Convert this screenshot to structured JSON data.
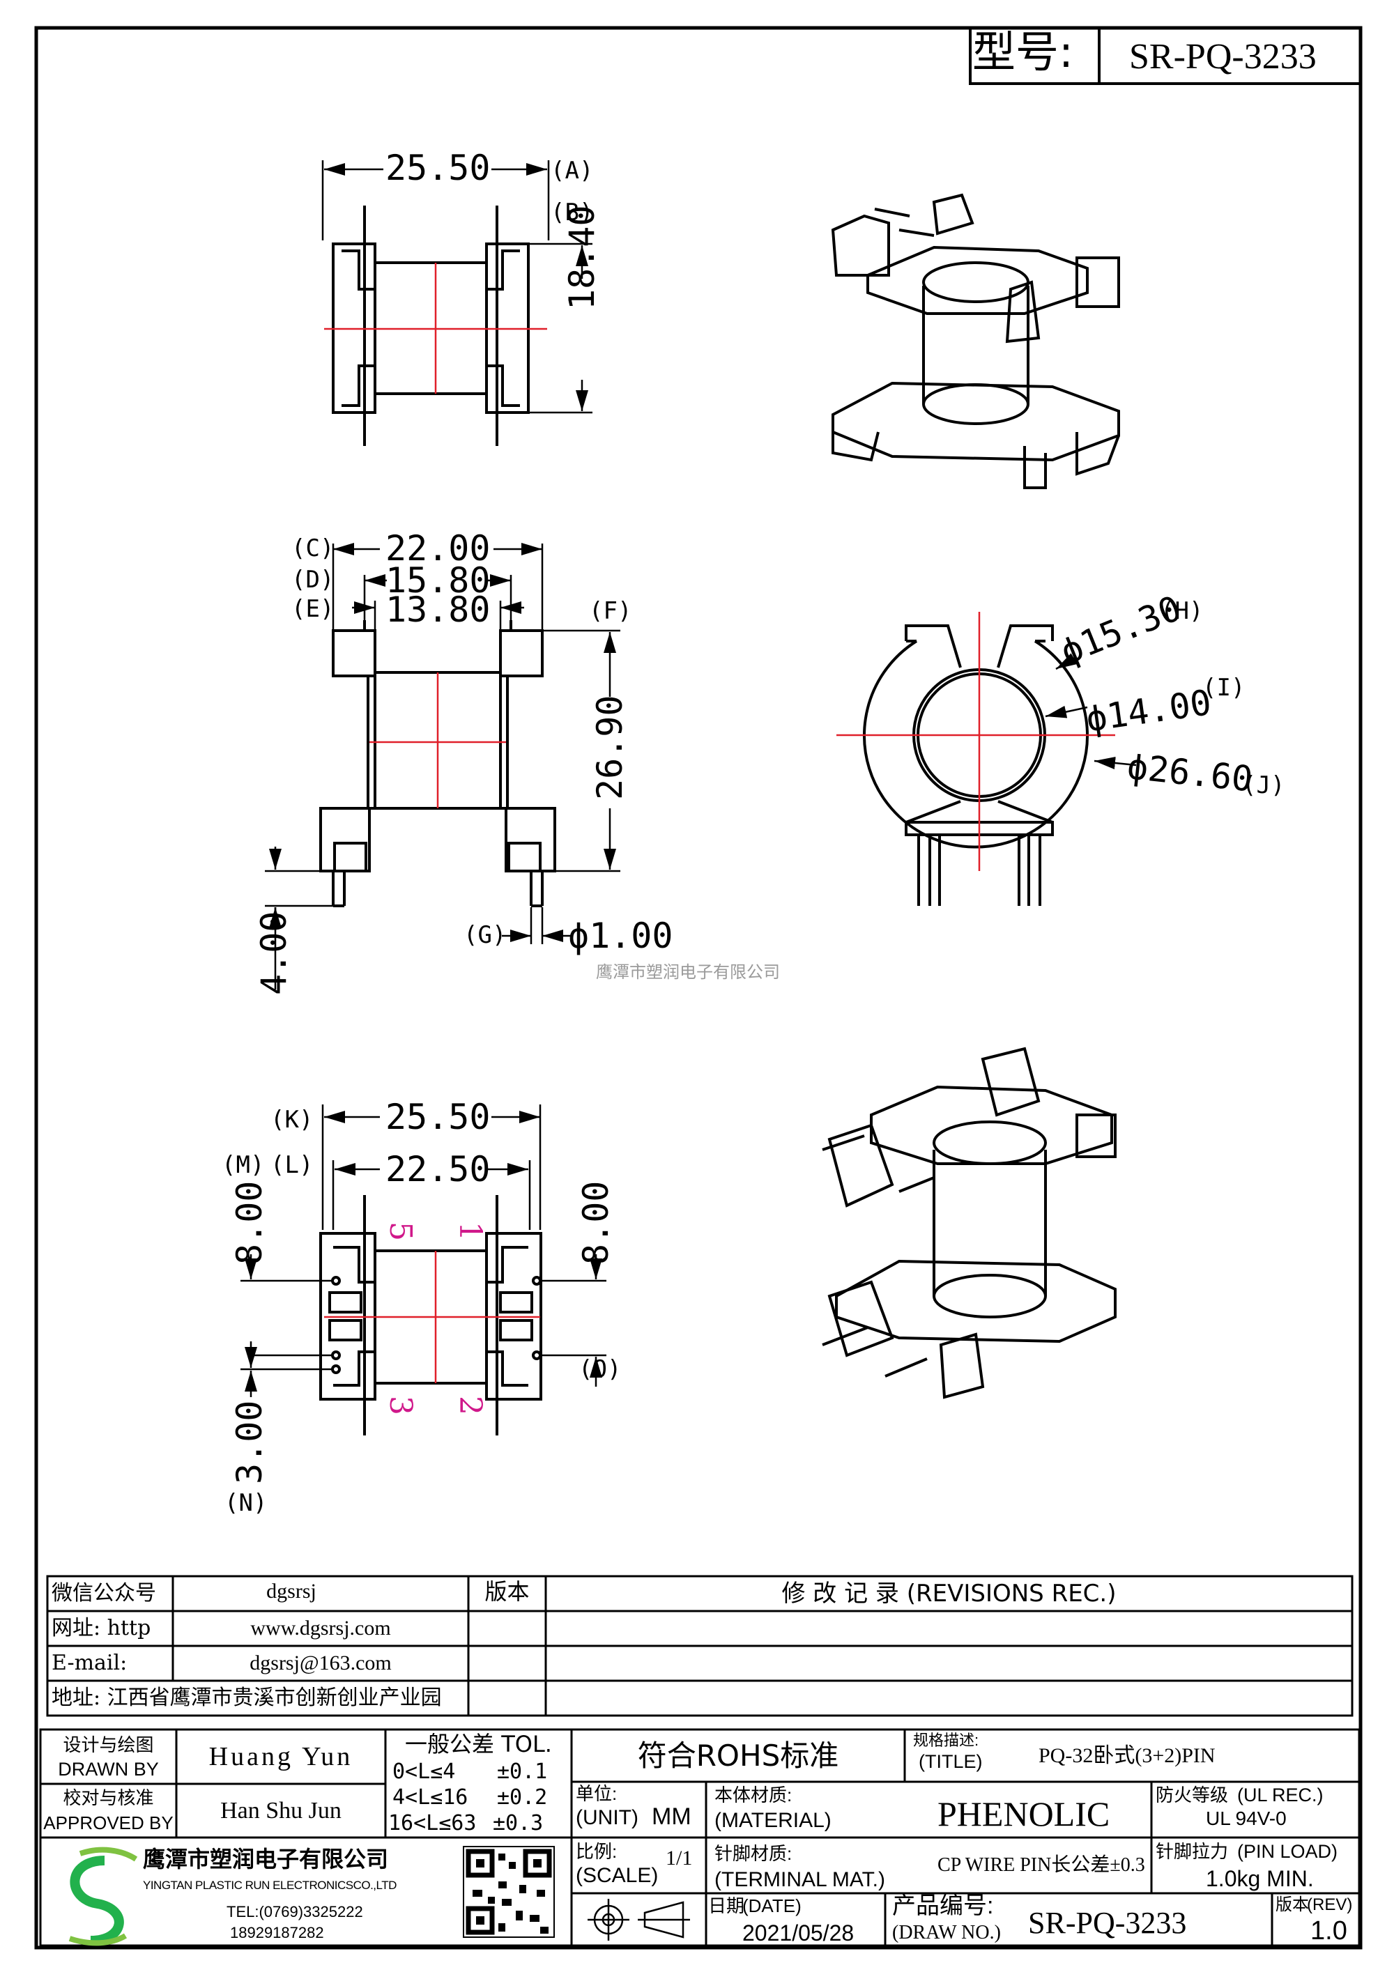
{
  "header": {
    "model_label": "型号:",
    "model_value": "SR-PQ-3233"
  },
  "dimensions": {
    "view1": {
      "width": "25.50",
      "width_id": "A",
      "height": "18.40",
      "height_id": "B"
    },
    "view2": {
      "w1": "22.00",
      "w1_id": "C",
      "w2": "15.80",
      "w2_id": "D",
      "w3": "13.80",
      "w3_id": "E",
      "height": "26.90",
      "height_id": "F",
      "pin_len": "4.00",
      "pin_dia": "ϕ1.00",
      "pin_id": "G"
    },
    "round_view": {
      "d1": "ϕ15.30",
      "d1_id": "H",
      "d2": "ϕ14.00",
      "d2_id": "I",
      "d3": "ϕ26.60",
      "d3_id": "J"
    },
    "view3": {
      "w1": "25.50",
      "w1_id": "K",
      "w2": "22.50",
      "w2_id": "L",
      "l_left": "8.00",
      "l_id": "M",
      "r_right": "8.00",
      "r_id": "O",
      "n_left": "3.00",
      "n_id": "N",
      "pins": [
        "5",
        "1",
        "3",
        "2"
      ]
    }
  },
  "watermark": "鹰潭市塑润电子有限公司",
  "contact": {
    "rows": [
      {
        "label": "微信公众号",
        "value": "dgsrsj"
      },
      {
        "label": "网址: http",
        "value": "www.dgsrsj.com"
      },
      {
        "label": "E-mail:",
        "value": "dgsrsj@163.com"
      },
      {
        "label": "地址: 江西省鹰潭市贵溪市创新创业产业园",
        "value": ""
      }
    ],
    "version_header": "版本",
    "revisions_header": "修 改 记 录  (REVISIONS REC.)"
  },
  "title_block": {
    "drawn_by_cn": "设计与绘图",
    "drawn_by_en": "DRAWN BY",
    "drawn_by_name": "Huang  Yun",
    "approved_by_cn": "校对与核准",
    "approved_by_en": "APPROVED BY",
    "approved_by_name": "Han Shu Jun",
    "tol_title": "一般公差 TOL.",
    "tol_rows": [
      {
        "range": "0<L≤4",
        "value": "±0.1"
      },
      {
        "range": "4<L≤16",
        "value": "±0.2"
      },
      {
        "range": "16<L≤63",
        "value": "±0.3"
      }
    ],
    "rohs": "符合ROHS标准",
    "title_cn": "规格描述:",
    "title_en": "(TITLE)",
    "title_value": "PQ-32卧式(3+2)PIN",
    "unit_cn": "单位:",
    "unit_en": "(UNIT)",
    "unit_value": "MM",
    "material_cn": "本体材质:",
    "material_en": "(MATERIAL)",
    "material_value": "PHENOLIC",
    "fire_cn": "防火等级",
    "fire_en": "(UL REC.)",
    "fire_value": "UL 94V-0",
    "scale_cn": "比例:",
    "scale_en": "(SCALE)",
    "scale_value": "1/1",
    "terminal_cn": "针脚材质:",
    "terminal_en": "(TERMINAL MAT.)",
    "terminal_value": "CP WIRE  PIN长公差±0.3",
    "pinload_cn": "针脚拉力",
    "pinload_en": "(PIN LOAD)",
    "pinload_value": "1.0kg MIN.",
    "date_cn": "日期",
    "date_en": "(DATE)",
    "date_value": "2021/05/28",
    "drawno_cn": "产品编号:",
    "drawno_en": "(DRAW NO.)",
    "drawno_value": "SR-PQ-3233",
    "rev_cn": "版本",
    "rev_en": "(REV)",
    "rev_value": "1.0"
  },
  "company": {
    "name_cn": "鹰潭市塑润电子有限公司",
    "name_en": "YINGTAN PLASTIC RUN ELECTRONICSCO.,LTD",
    "tel": "TEL:(0769)3325222",
    "mobile": "18929187282",
    "logo_colors": [
      "#22b14c",
      "#7fc241"
    ]
  }
}
